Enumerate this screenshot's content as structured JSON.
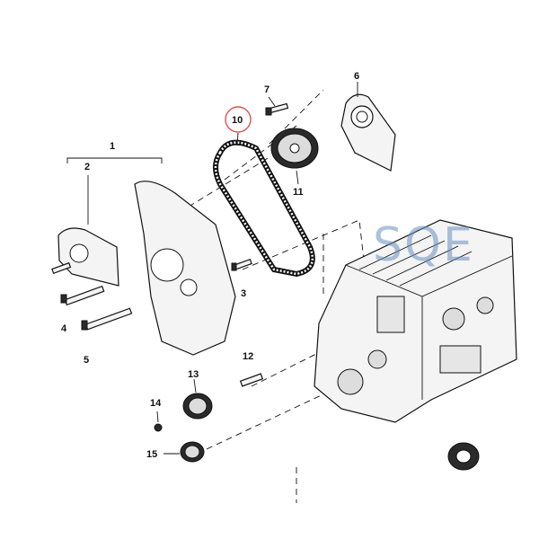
{
  "callouts": {
    "c1": "1",
    "c2": "2",
    "c3": "3",
    "c4": "4",
    "c5": "5",
    "c6": "6",
    "c7": "7",
    "c10": "10",
    "c11": "11",
    "c12": "12",
    "c13": "13",
    "c14": "14",
    "c15": "15"
  },
  "watermark": "SQE",
  "colors": {
    "highlight_circle": "#d9534f",
    "watermark": "#6a8fc0"
  }
}
